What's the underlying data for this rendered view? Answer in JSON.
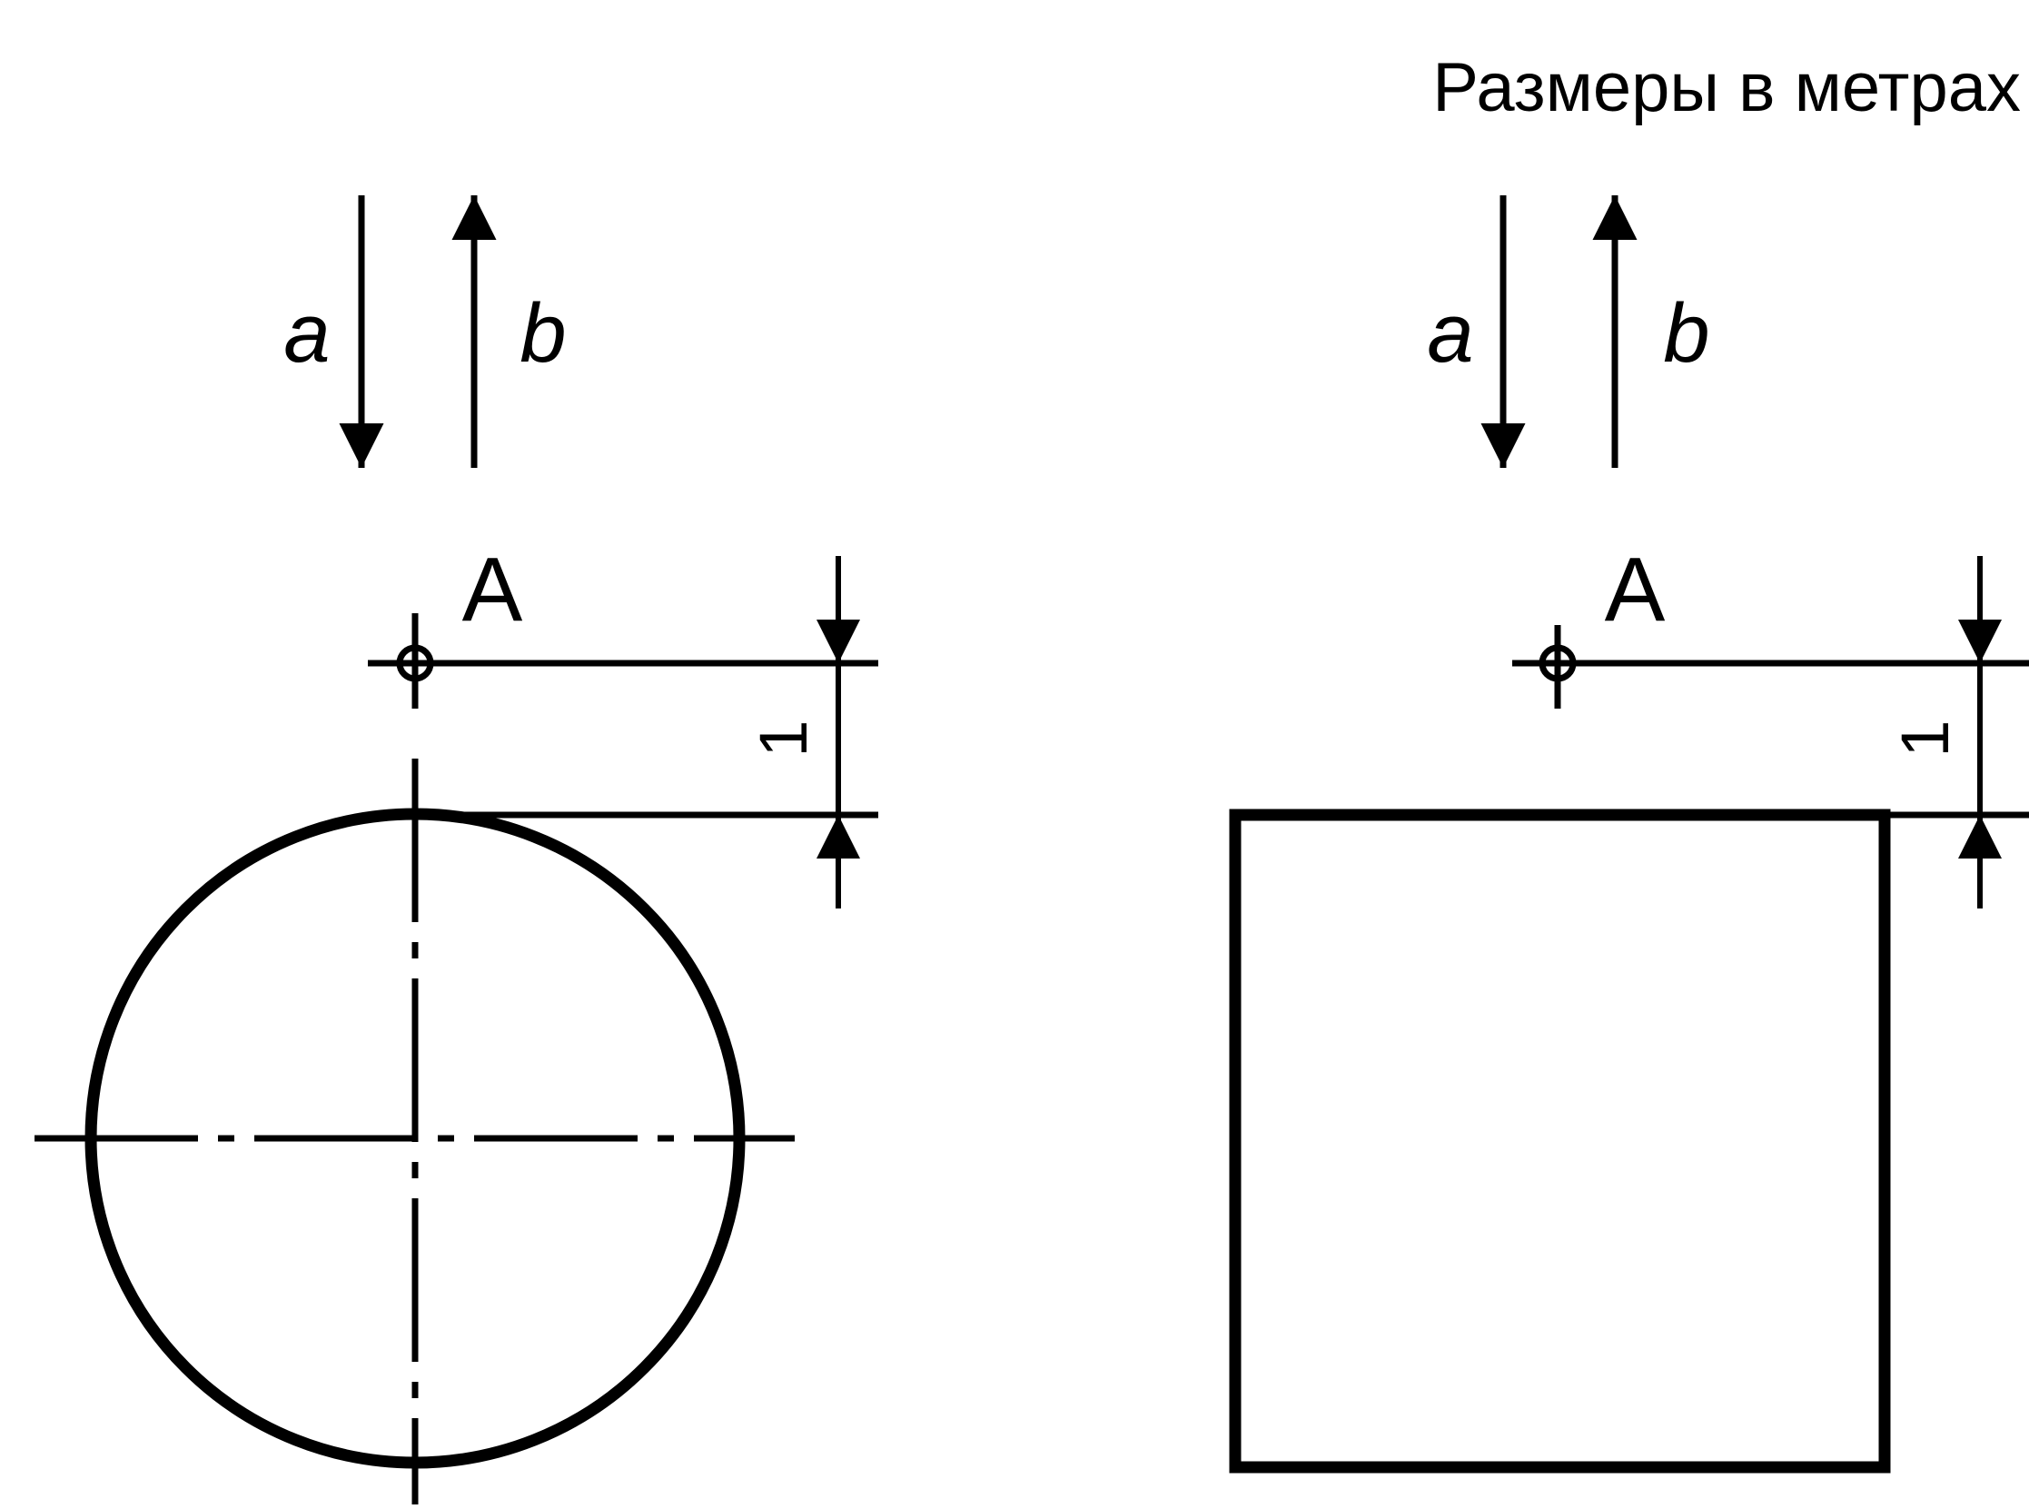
{
  "units_note": "Размеры в метрах",
  "colors": {
    "line": "#000000",
    "background": "#ffffff"
  },
  "figures": [
    {
      "shape": "circle",
      "arrow_down_label": "a",
      "arrow_up_label": "b",
      "point_label": "A",
      "dimension_value": "1"
    },
    {
      "shape": "square",
      "arrow_down_label": "a",
      "arrow_up_label": "b",
      "point_label": "A",
      "dimension_value": "1"
    }
  ]
}
